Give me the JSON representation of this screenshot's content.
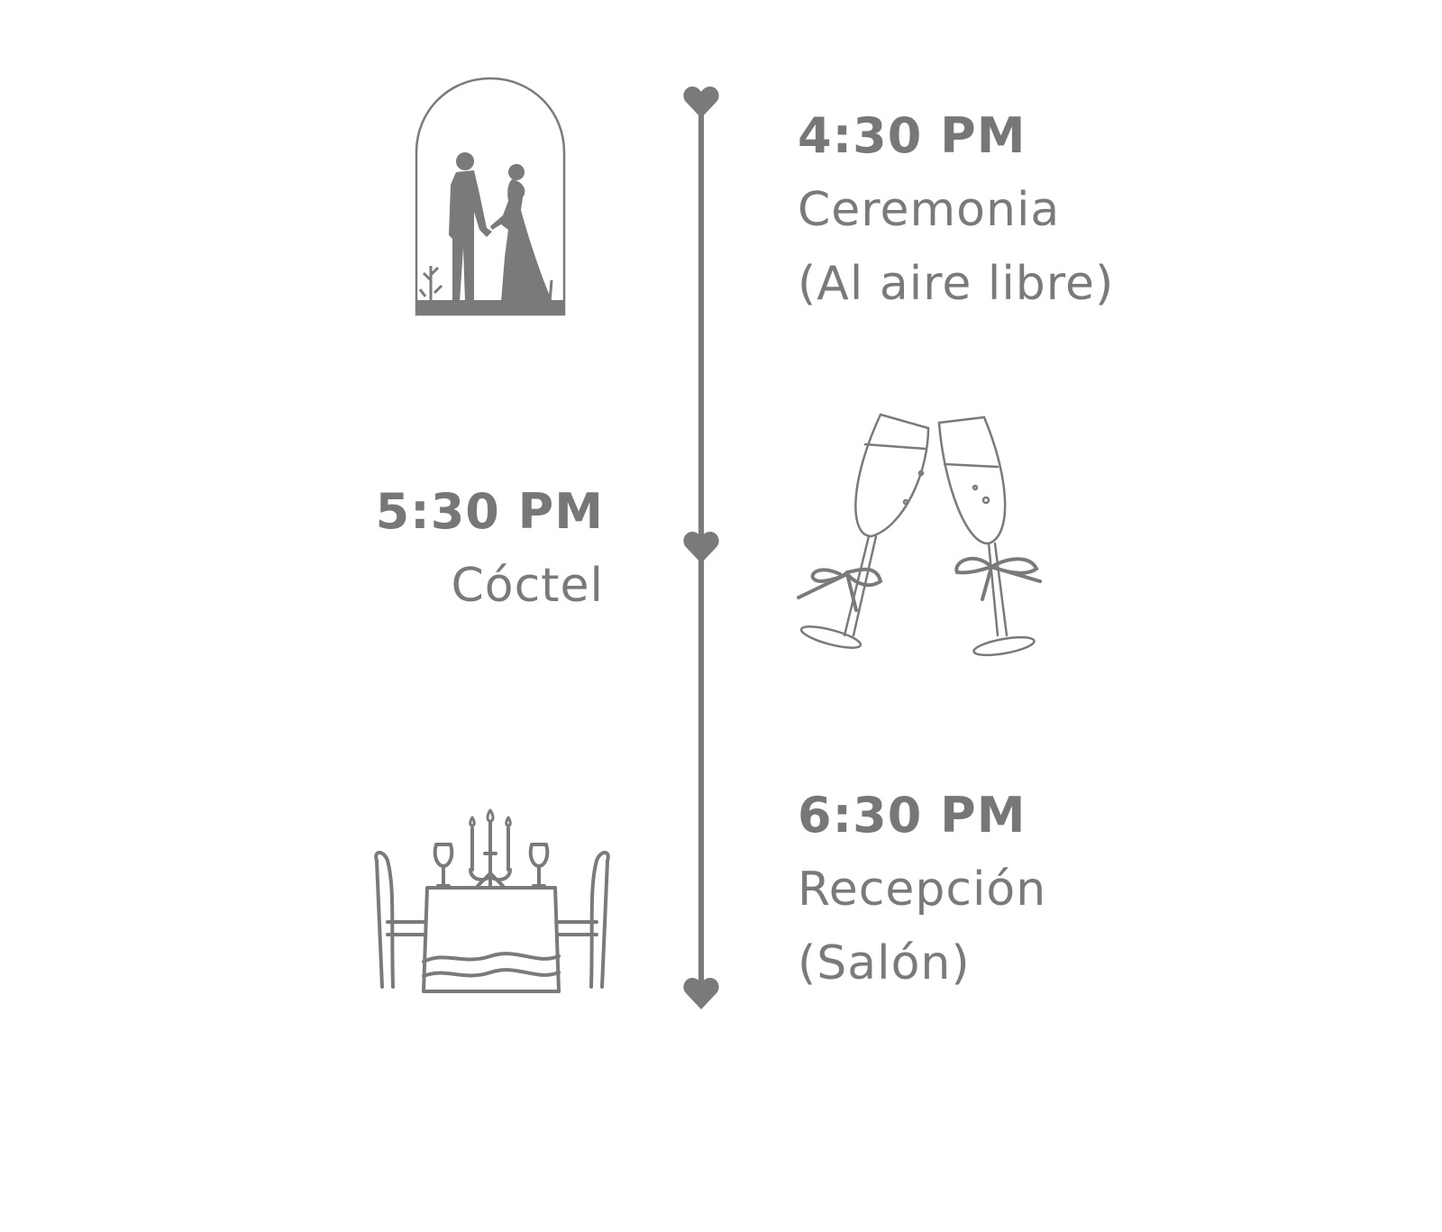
{
  "colors": {
    "primary": "#7a7a7a",
    "background": "#ffffff"
  },
  "timeline": {
    "events": [
      {
        "time": "4:30 PM",
        "title": "Ceremonia",
        "subtitle": "(Al aire libre)",
        "icon": "couple-arch-icon"
      },
      {
        "time": "5:30 PM",
        "title": "Cóctel",
        "icon": "champagne-toast-icon"
      },
      {
        "time": "6:30 PM",
        "title": "Recepción",
        "subtitle": "(Salón)",
        "icon": "dinner-table-icon"
      }
    ]
  }
}
